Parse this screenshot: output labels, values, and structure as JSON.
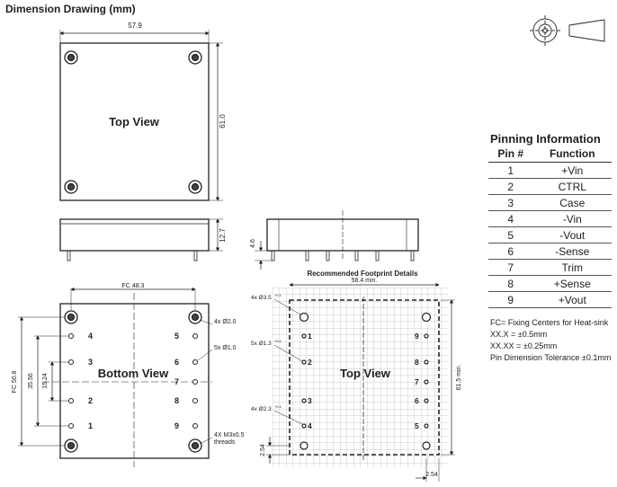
{
  "title": "Dimension Drawing (mm)",
  "symbols": [
    "first-angle-projection-icon"
  ],
  "top_view": {
    "label": "Top View",
    "width_dim": "57.9",
    "height_dim": "61.0"
  },
  "side_views": {
    "height_dim": "12.7",
    "pin_len_dim": "4.6"
  },
  "bottom_view": {
    "label": "Bottom View",
    "fc_width": "FC 48.3",
    "fc_height": "FC 50.8",
    "dim_35_56": "35.56",
    "dim_15_24": "15.24",
    "hole_note": "4x Ø2.0",
    "pin_note": "5x Ø1.0",
    "thread_note_1": "4X M3x0.5",
    "thread_note_2": "threads",
    "pin_labels": [
      "1",
      "2",
      "3",
      "4",
      "5",
      "6",
      "7",
      "8",
      "9"
    ]
  },
  "footprint": {
    "heading": "Recommended Footprint Details",
    "label": "Top View",
    "width_dim": "58.4 min.",
    "height_dim": "61.5 min.",
    "pitch_v": "2.54",
    "pitch_h": "2.54",
    "hole_note_1": "4x Ø3.5",
    "hole_note_2": "5x Ø1.3",
    "hole_note_3": "4x Ø2.3",
    "tolerance_sup": "+0.1"
  },
  "pinning": {
    "heading": "Pinning Information",
    "columns": [
      "Pin #",
      "Function"
    ],
    "rows": [
      {
        "pin": "1",
        "function": "+Vin"
      },
      {
        "pin": "2",
        "function": "CTRL"
      },
      {
        "pin": "3",
        "function": "Case"
      },
      {
        "pin": "4",
        "function": "-Vin"
      },
      {
        "pin": "5",
        "function": "-Vout"
      },
      {
        "pin": "6",
        "function": "-Sense"
      },
      {
        "pin": "7",
        "function": "Trim"
      },
      {
        "pin": "8",
        "function": "+Sense"
      },
      {
        "pin": "9",
        "function": "+Vout"
      }
    ]
  },
  "notes": [
    "FC= Fixing Centers for Heat-sink",
    "XX.X = ±0.5mm",
    "XX.XX = ±0.25mm",
    "Pin Dimension Tolerance ±0.1mm"
  ]
}
